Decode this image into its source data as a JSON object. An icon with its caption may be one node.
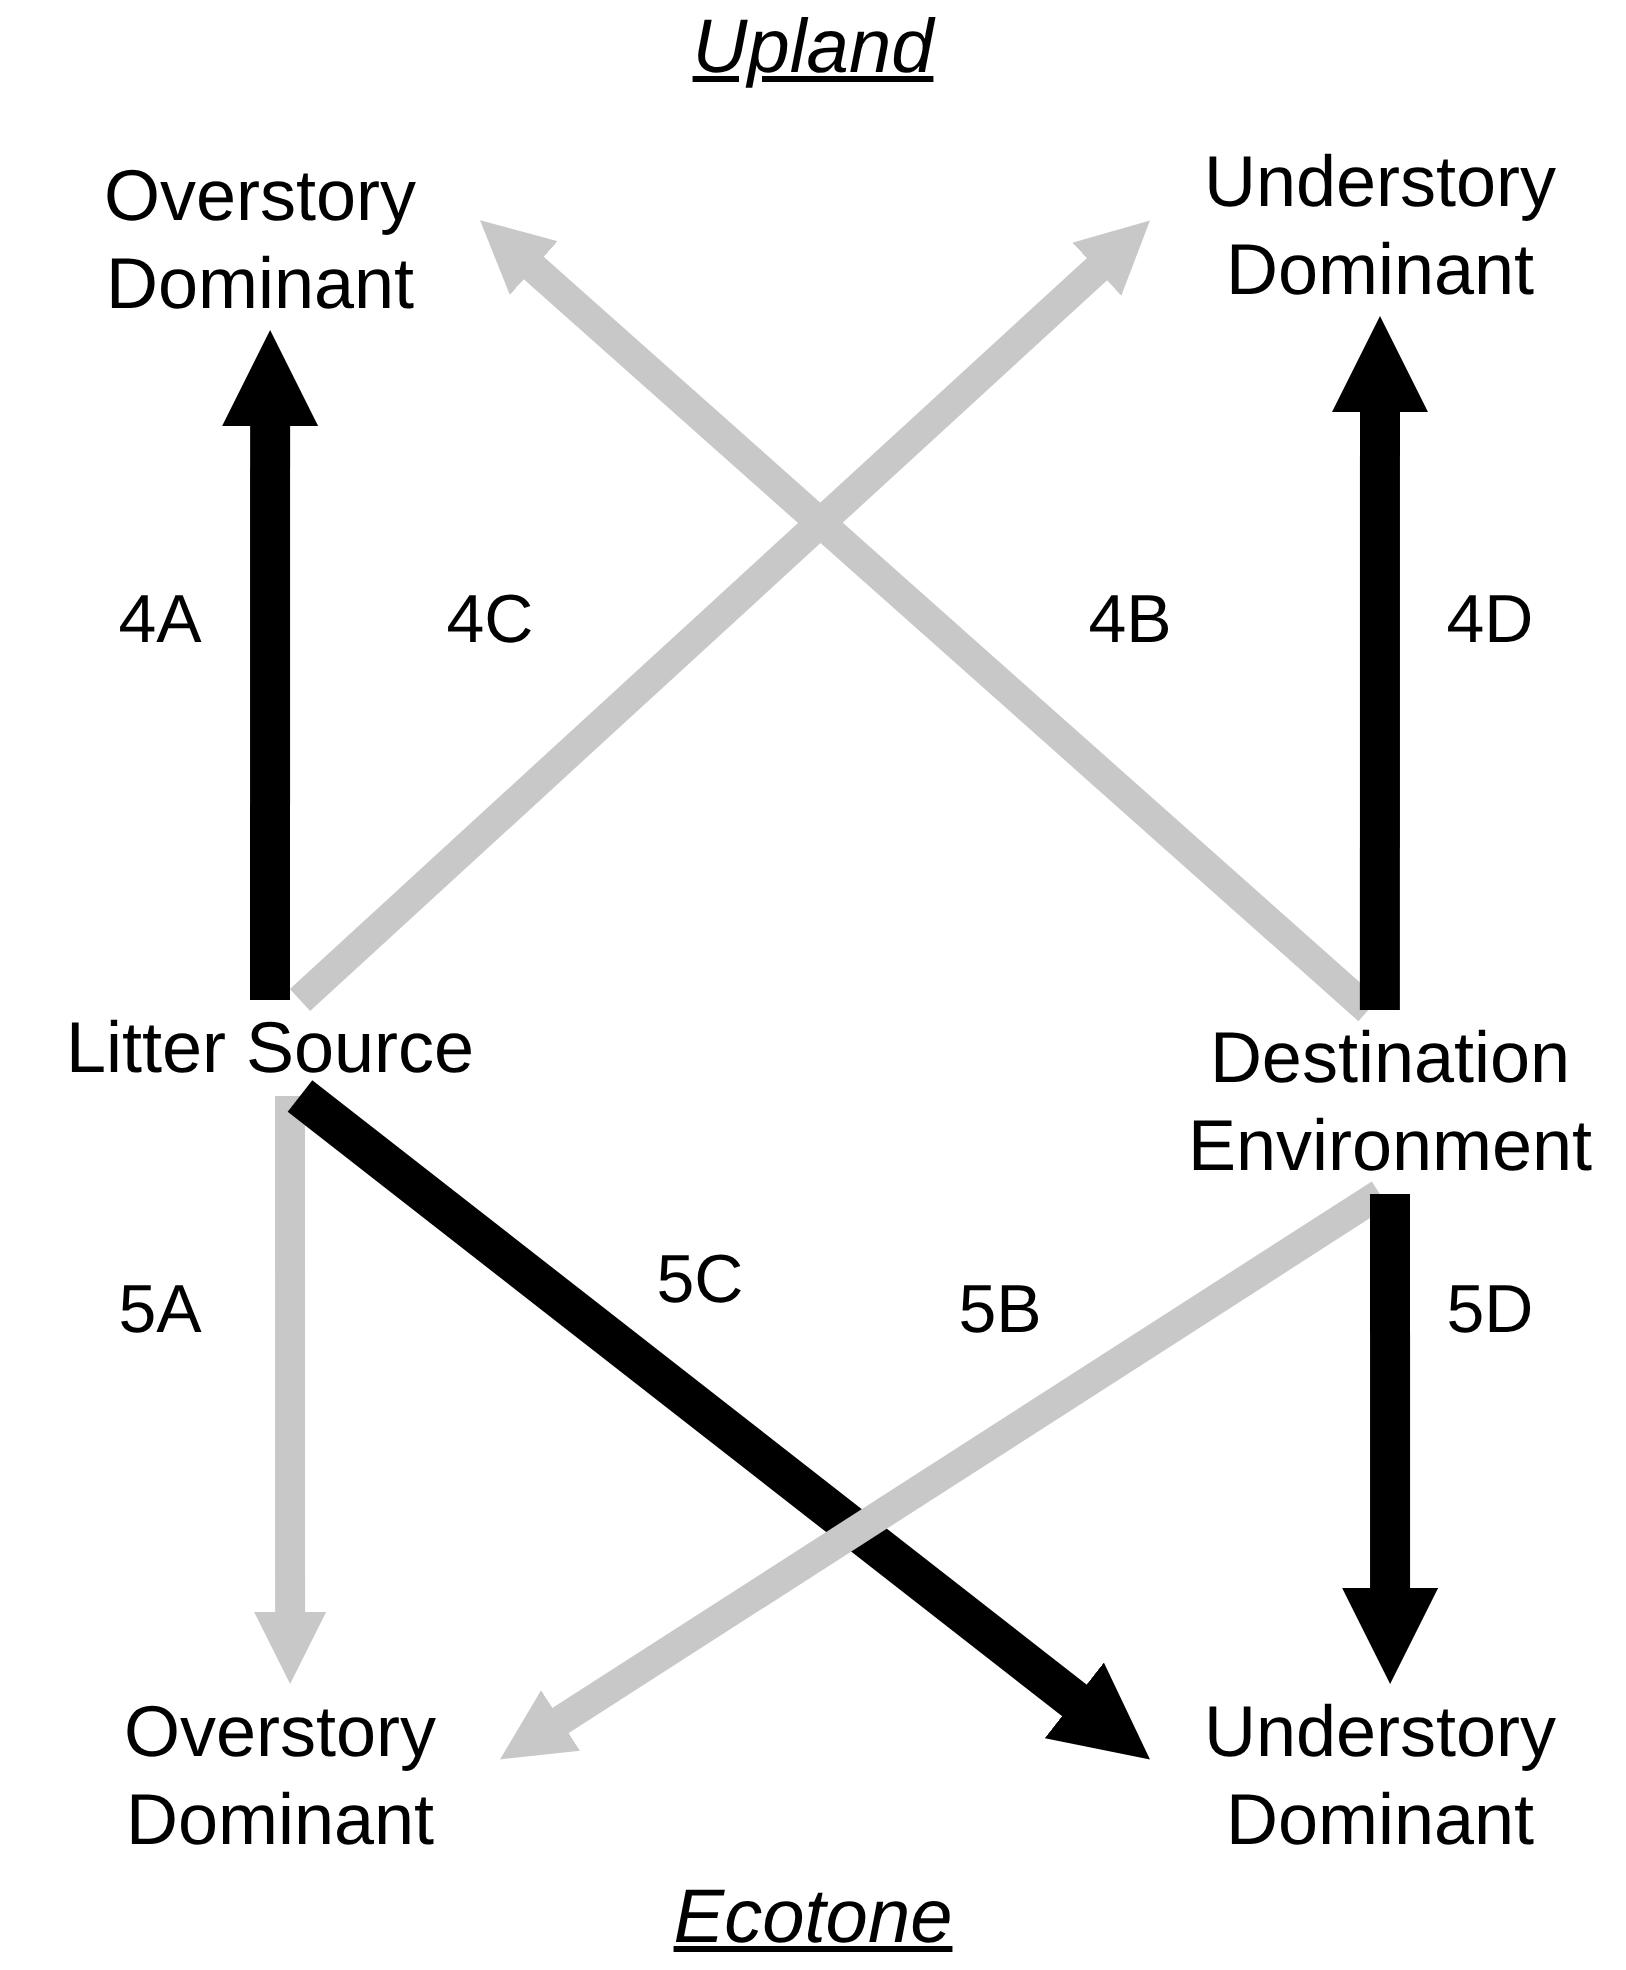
{
  "diagram": {
    "nodes": [
      {
        "text": [
          "Overstory Dominant"
        ]
      },
      {
        "text": [
          "Understory Dominant"
        ]
      },
      {
        "text": [
          "Litter Source"
        ]
      },
      {
        "text": [
          "Destination Environment"
        ]
      },
      {
        "text": [
          "Overstory Dominant"
        ]
      },
      {
        "text": [
          "Understory Dominant"
        ]
      }
    ],
    "edges": [
      {
        "from": 2,
        "to": 0,
        "arrow": "to",
        "label": "4A"
      },
      {
        "from": 2,
        "to": 1,
        "arrow": "to",
        "label": "4C",
        "color": "#c8c8c8"
      },
      {
        "from": 3,
        "to": 0,
        "arrow": "to",
        "label": "4B",
        "color": "#c8c8c8"
      },
      {
        "from": 3,
        "to": 1,
        "arrow": "to",
        "label": "4D"
      },
      {
        "from": 2,
        "to": 4,
        "arrow": "to",
        "label": "5A",
        "color": "#c8c8c8"
      },
      {
        "from": 2,
        "to": 5,
        "arrow": "to",
        "label": "5C"
      },
      {
        "from": 3,
        "to": 4,
        "arrow": "to",
        "label": "5B",
        "color": "#c8c8c8"
      },
      {
        "from": 3,
        "to": 5,
        "arrow": "to",
        "label": "5D"
      }
    ],
    "labels": [
      "Upland",
      "Ecotone"
    ]
  }
}
